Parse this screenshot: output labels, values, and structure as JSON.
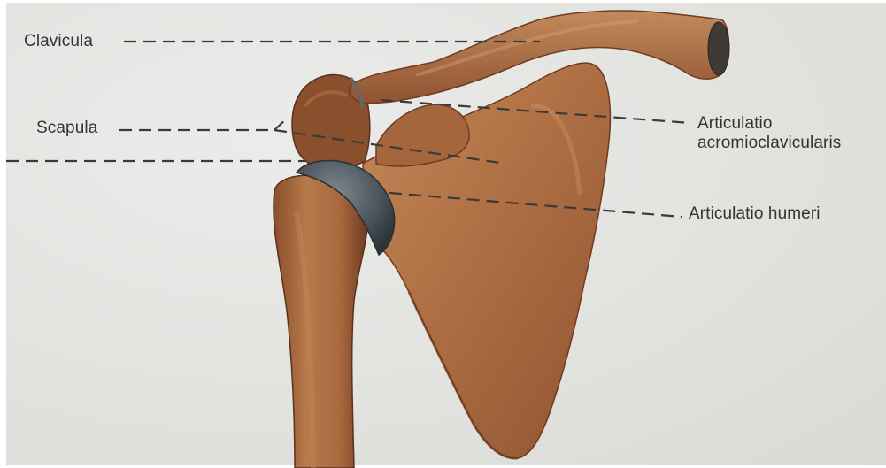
{
  "labels": {
    "clavicula": "Clavicula",
    "scapula": "Scapula",
    "acromioclavicular_line1": "Articulatio",
    "acromioclavicular_line2": "acromioclavicularis",
    "humeri": "Articulatio humeri"
  },
  "colors": {
    "background": "#e4e5e2",
    "bone": "#b07044",
    "bone_shadow": "#7a4427",
    "joint_cartilage": "#4d5860",
    "leader_lines": "#3a3a3a",
    "text": "#333333"
  }
}
